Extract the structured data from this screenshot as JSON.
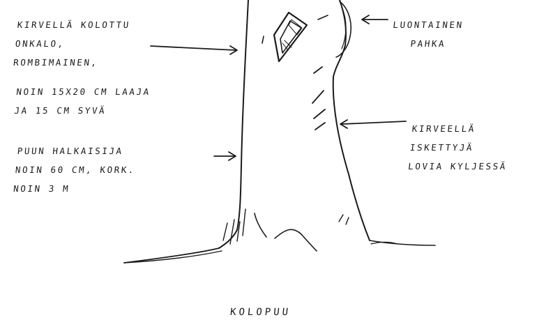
{
  "title": "KOLOPUU",
  "labels": {
    "cavity": [
      "KIRVELLÄ KOLOTTU",
      "ONKALO,",
      "ROMBIMAINEN,"
    ],
    "cavity_size": [
      "NOIN 15X20 CM LAAJA",
      "JA 15 CM SYVÄ"
    ],
    "tree_size": [
      "PUUN HALKAISIJA",
      "NOIN 60 CM, KORK.",
      "NOIN 3 M"
    ],
    "natural_hollow": [
      "LUONTAINEN",
      "PAHKA"
    ],
    "axe_marks": [
      "KIRVEELLÄ",
      "ISKETTYJÄ",
      "LOVIA KYLJESSÄ"
    ]
  }
}
